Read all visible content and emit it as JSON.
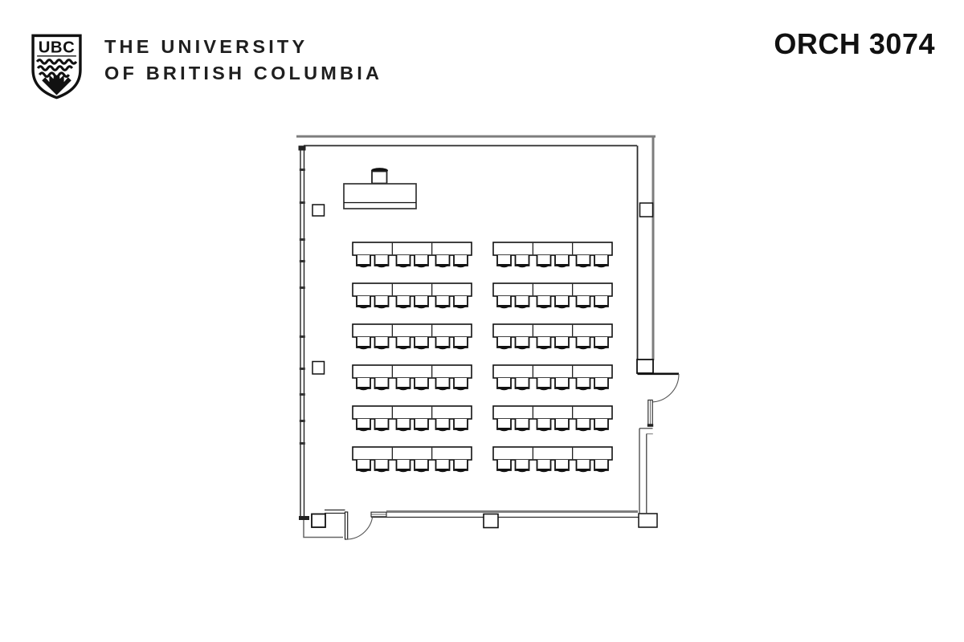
{
  "header": {
    "logo_text": "UBC",
    "university_line1": "THE UNIVERSITY",
    "university_line2": "OF BRITISH COLUMBIA",
    "room_label": "ORCH 3074"
  },
  "colors": {
    "line": "#1f1f1f",
    "wall_outer": "#7d7d7d",
    "wall_inner": "#2a2a2a",
    "background": "#ffffff"
  },
  "floor_plan": {
    "seating": {
      "rows": 6,
      "columns": 2,
      "tables_per_group": 3,
      "chairs_per_group": 6,
      "total_tables": 36,
      "total_chairs": 72
    },
    "features": {
      "doors": 2,
      "wall_columns": 7,
      "instructor_desk": 1,
      "instructor_stool": 1
    }
  }
}
